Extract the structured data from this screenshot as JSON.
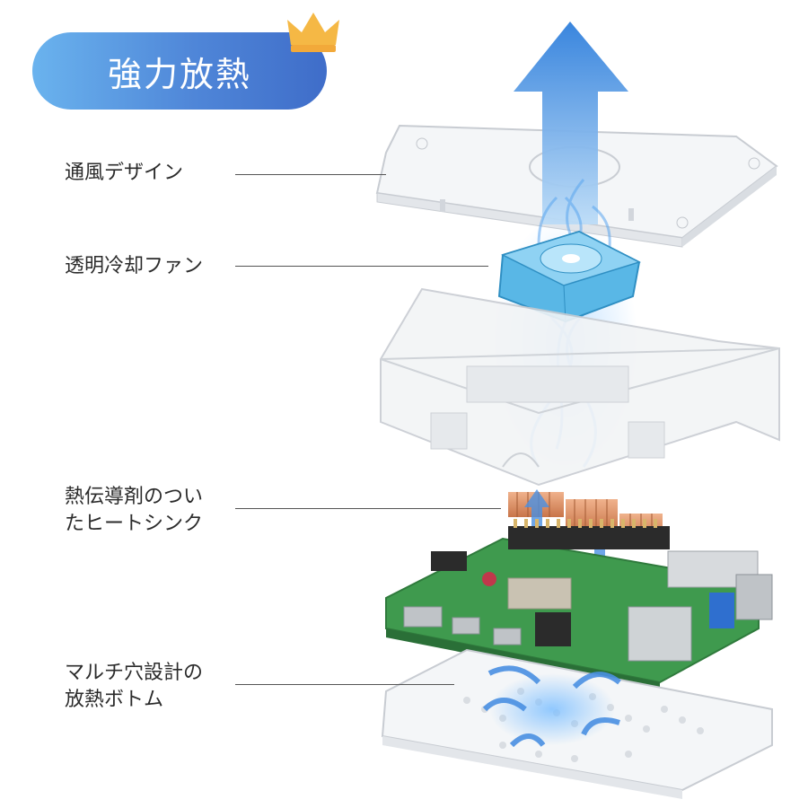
{
  "header": {
    "title": "強力放熱"
  },
  "labels": {
    "ventilation": "通風デザイン",
    "fan": "透明冷却ファン",
    "heatsink_line1": "熱伝導剤のつい",
    "heatsink_line2": "たヒートシンク",
    "bottom_line1": "マルチ穴設計の",
    "bottom_line2": "放熱ボトム"
  },
  "colors": {
    "badge_start": "#6ab3ee",
    "badge_end": "#3f6dc9",
    "crown": "#f5b845",
    "airflow": "#4a90e2",
    "fan": "#59b7e6",
    "board": "#3f9a4e",
    "copper": "#d99066"
  }
}
